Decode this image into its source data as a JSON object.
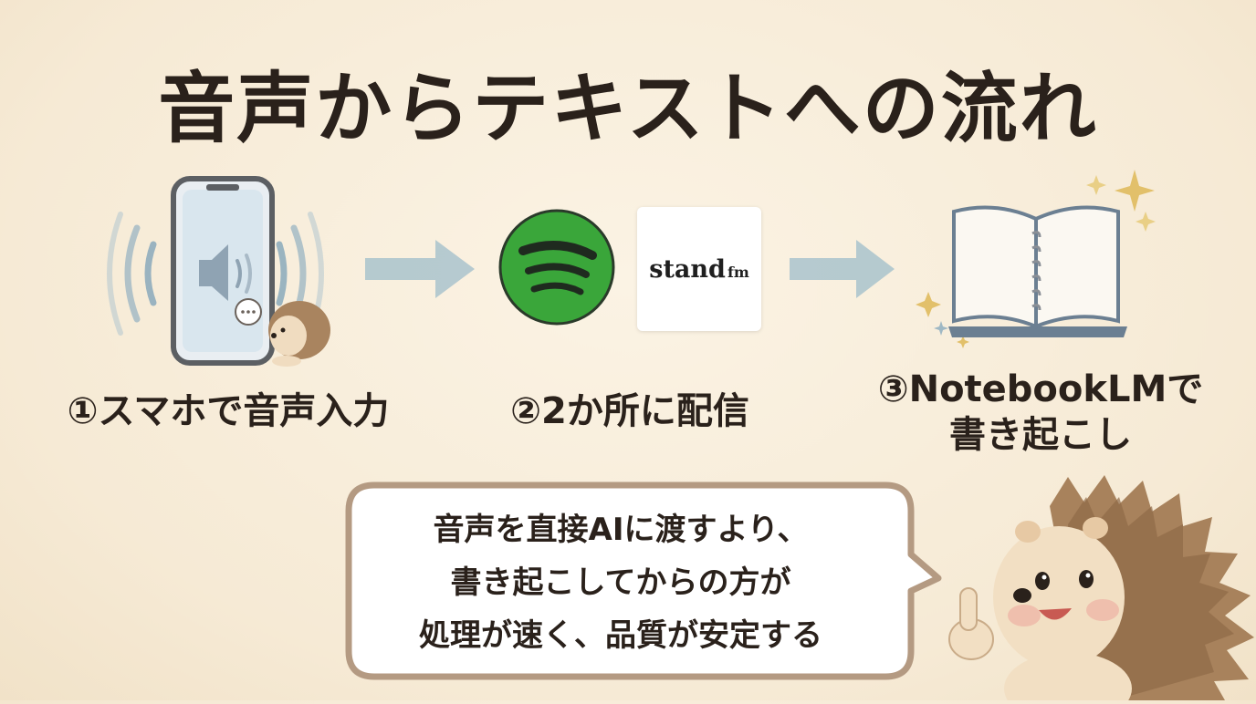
{
  "title": "音声からテキストへの流れ",
  "steps": [
    {
      "label": "①スマホで音声入力",
      "icon": "smartphone-speaker-icon"
    },
    {
      "label": "②2か所に配信",
      "icon": "spotify-and-standfm-icon"
    },
    {
      "label_line1": "③NotebookLMで",
      "label_line2": "書き起こし",
      "icon": "notebook-sparkle-icon"
    }
  ],
  "standfm": {
    "main": "stand",
    "suffix": "fm"
  },
  "bubble": {
    "lines": [
      "音声を直接AIに渡すより、",
      "書き起こしてからの方が",
      "処理が速く、品質が安定する"
    ]
  },
  "colors": {
    "background": "#f6ead5",
    "spotify_green": "#3aa63a",
    "arrow": "#a9c3cc",
    "bubble_border": "#b49a82"
  }
}
